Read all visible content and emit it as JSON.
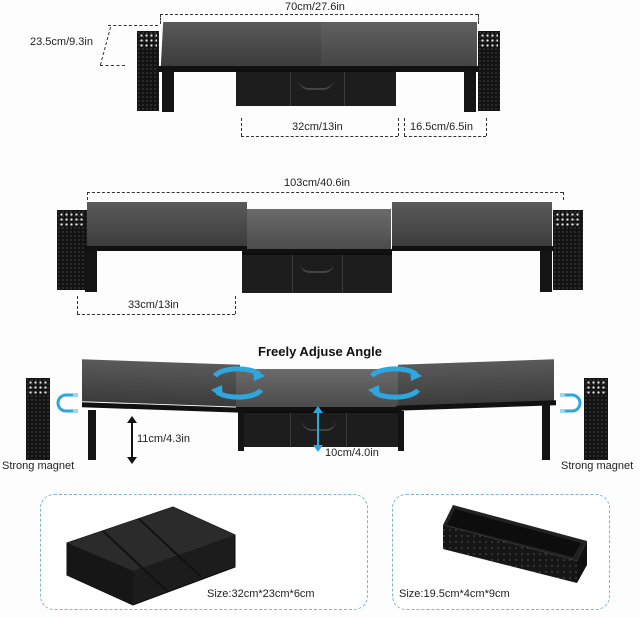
{
  "section1": {
    "width_label": "70cm/27.6in",
    "depth_label": "23.5cm/9.3in",
    "drawer_label": "32cm/13in",
    "side_label": "16.5cm/6.5in"
  },
  "section2": {
    "width_label": "103cm/40.6in",
    "wing_label": "33cm/13in"
  },
  "section3": {
    "title": "Freely Adjuse Angle",
    "wing_height_label": "11cm/4.3in",
    "center_height_label": "10cm/4.0in",
    "left_magnet_label": "Strong magnet",
    "right_magnet_label": "Strong magnet",
    "accent_color": "#2ea6de"
  },
  "accessories": [
    {
      "name": "mesh-drawer-tray",
      "size_label": "Size:32cm*23cm*6cm"
    },
    {
      "name": "pen-holder",
      "size_label": "Size:19.5cm*4cm*9cm"
    }
  ]
}
